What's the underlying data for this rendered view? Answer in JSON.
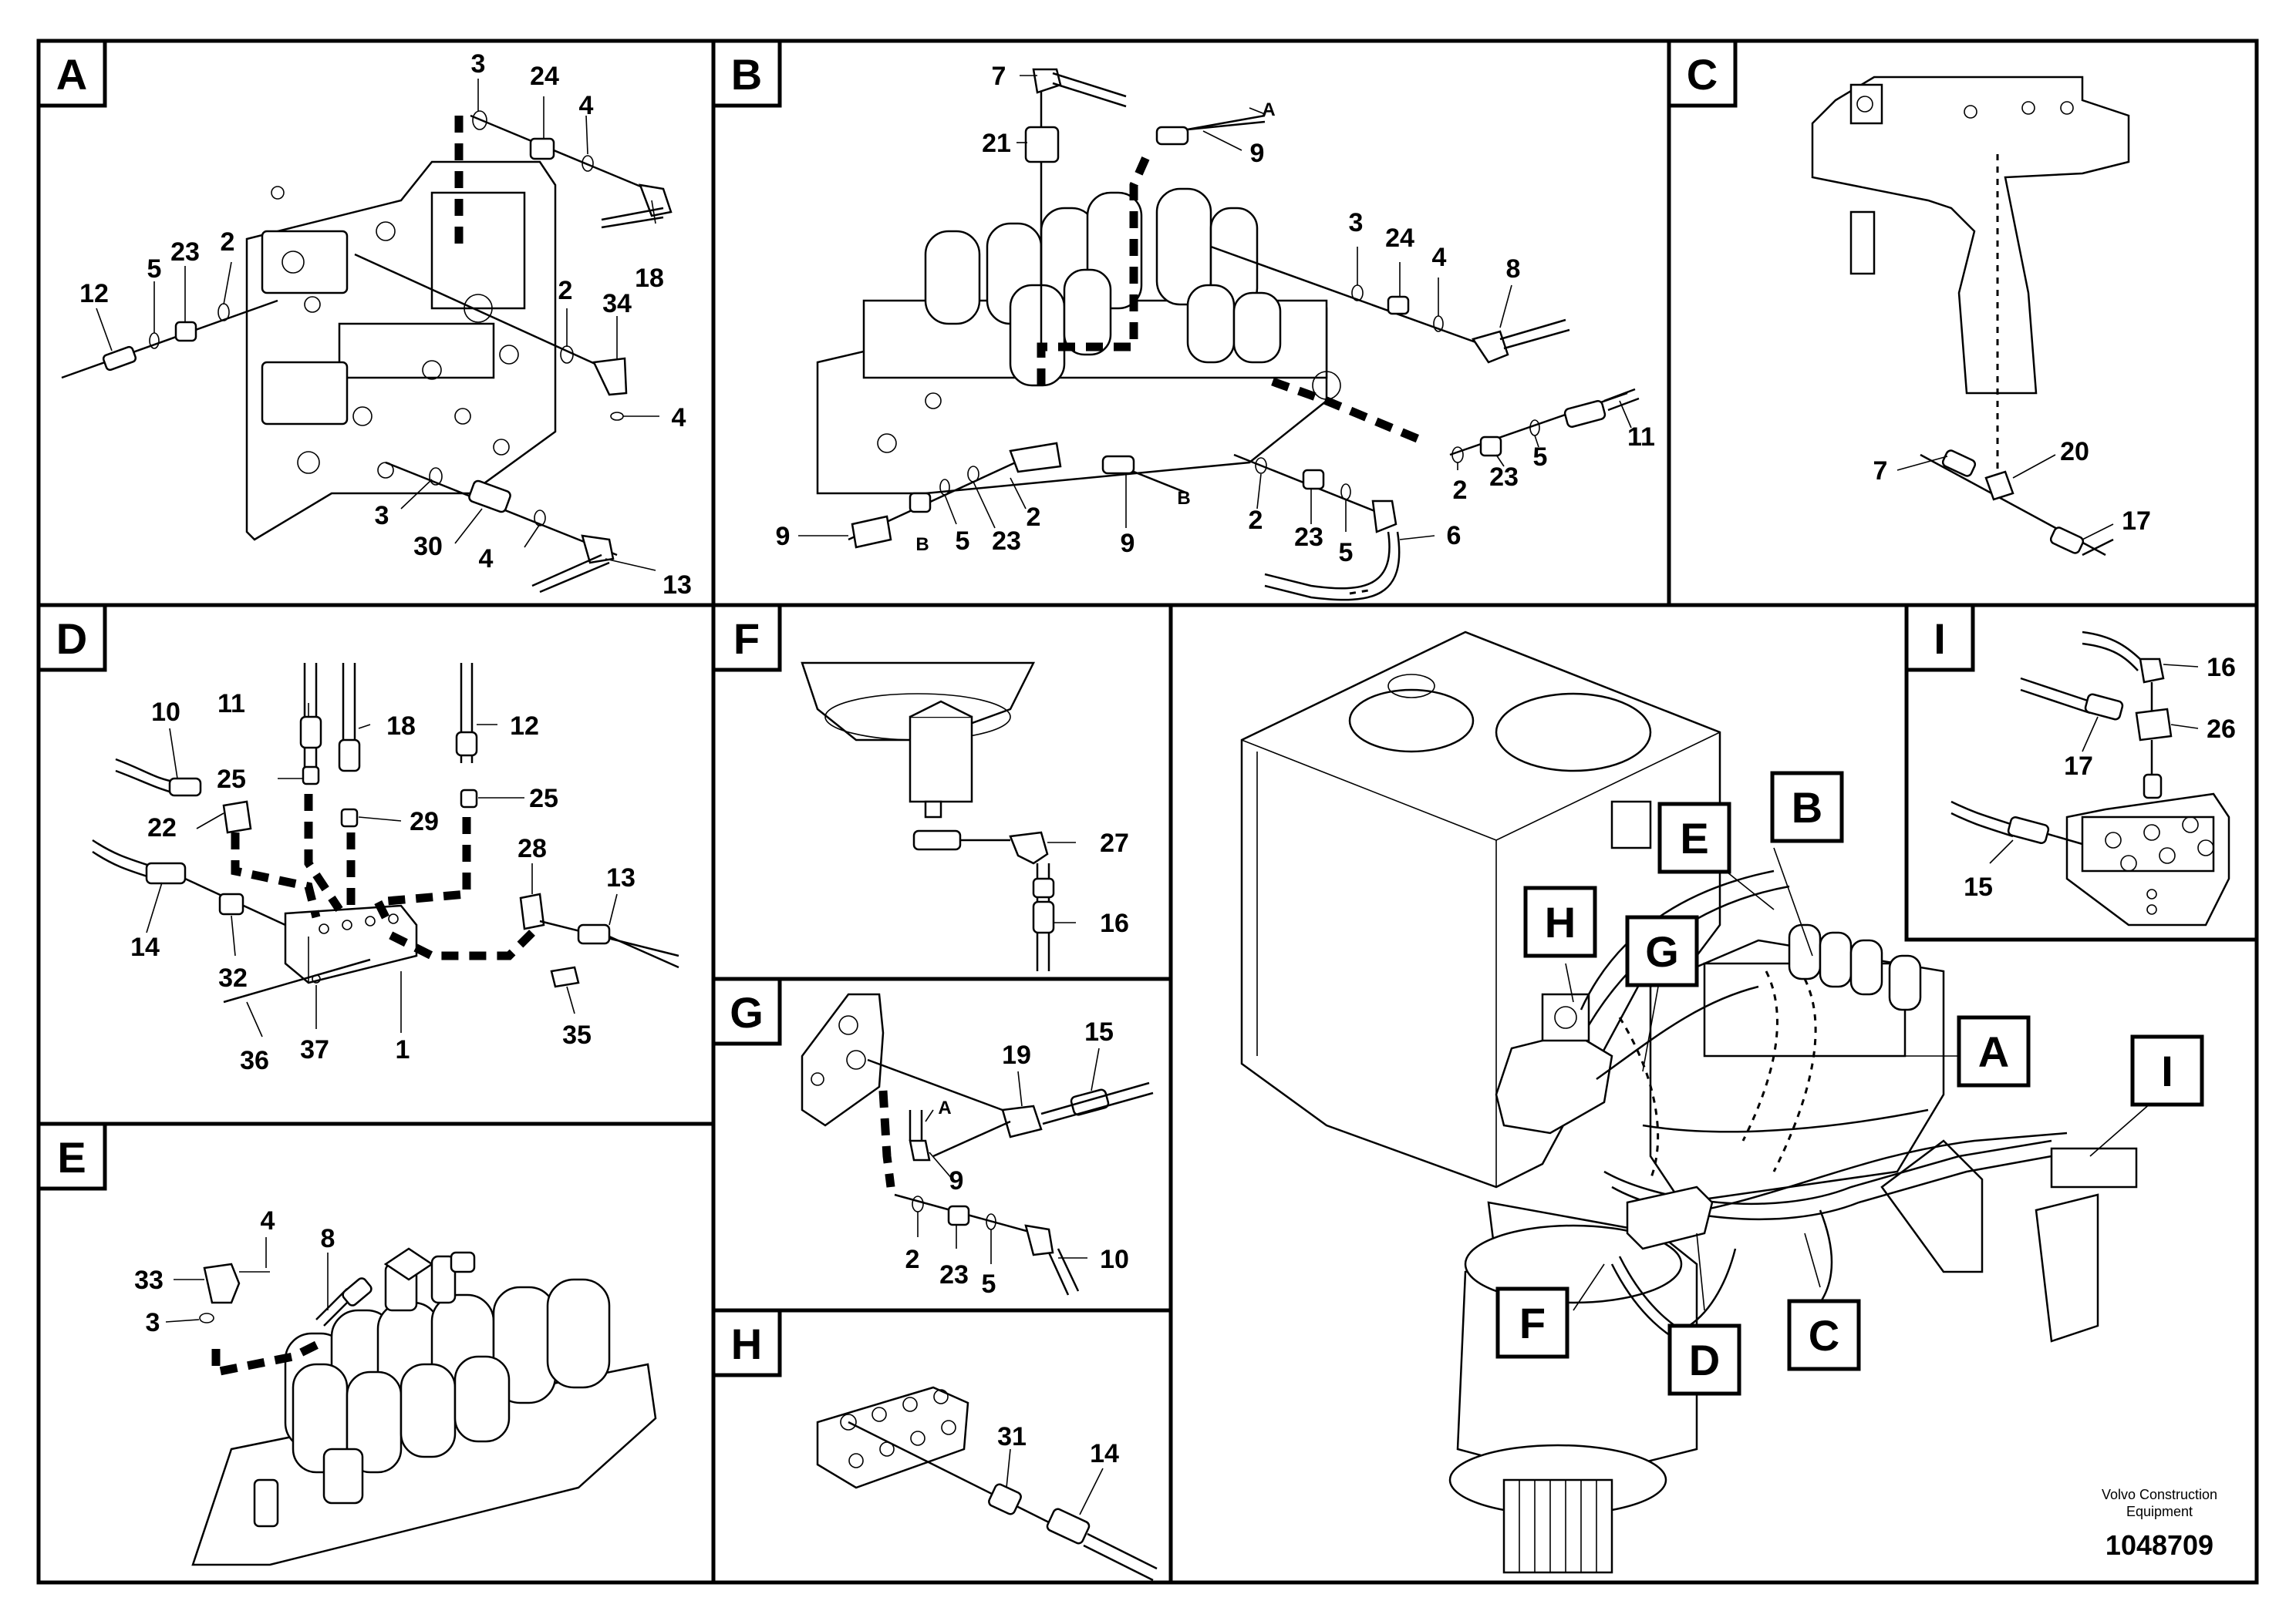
{
  "panels": {
    "A": {
      "label": "A",
      "callouts": [
        "3",
        "24",
        "4",
        "18",
        "2",
        "23",
        "5",
        "12",
        "2",
        "34",
        "4",
        "3",
        "30",
        "4",
        "13"
      ]
    },
    "B": {
      "label": "B",
      "callouts": [
        "7",
        "21",
        "A",
        "9",
        "3",
        "24",
        "4",
        "8",
        "11",
        "5",
        "23",
        "2",
        "9",
        "B",
        "5",
        "23",
        "2",
        "9",
        "B",
        "2",
        "23",
        "5",
        "6"
      ]
    },
    "C": {
      "label": "C",
      "callouts": [
        "7",
        "20",
        "17"
      ]
    },
    "D": {
      "label": "D",
      "callouts": [
        "11",
        "18",
        "12",
        "10",
        "25",
        "22",
        "29",
        "25",
        "28",
        "13",
        "14",
        "32",
        "36",
        "37",
        "1",
        "35"
      ]
    },
    "E": {
      "label": "E",
      "callouts": [
        "4",
        "8",
        "33",
        "3"
      ]
    },
    "F": {
      "label": "F",
      "callouts": [
        "27",
        "16"
      ]
    },
    "G": {
      "label": "G",
      "callouts": [
        "15",
        "19",
        "A",
        "9",
        "2",
        "23",
        "5",
        "10"
      ]
    },
    "H": {
      "label": "H",
      "callouts": [
        "31",
        "14"
      ]
    },
    "I": {
      "label": "I",
      "callouts": [
        "16",
        "26",
        "17",
        "15"
      ]
    }
  },
  "overview": {
    "markers": [
      "B",
      "E",
      "H",
      "G",
      "A",
      "I",
      "F",
      "D",
      "C"
    ]
  },
  "footer": {
    "credit_line1": "Volvo Construction",
    "credit_line2": "Equipment",
    "doc_number": "1048709"
  }
}
